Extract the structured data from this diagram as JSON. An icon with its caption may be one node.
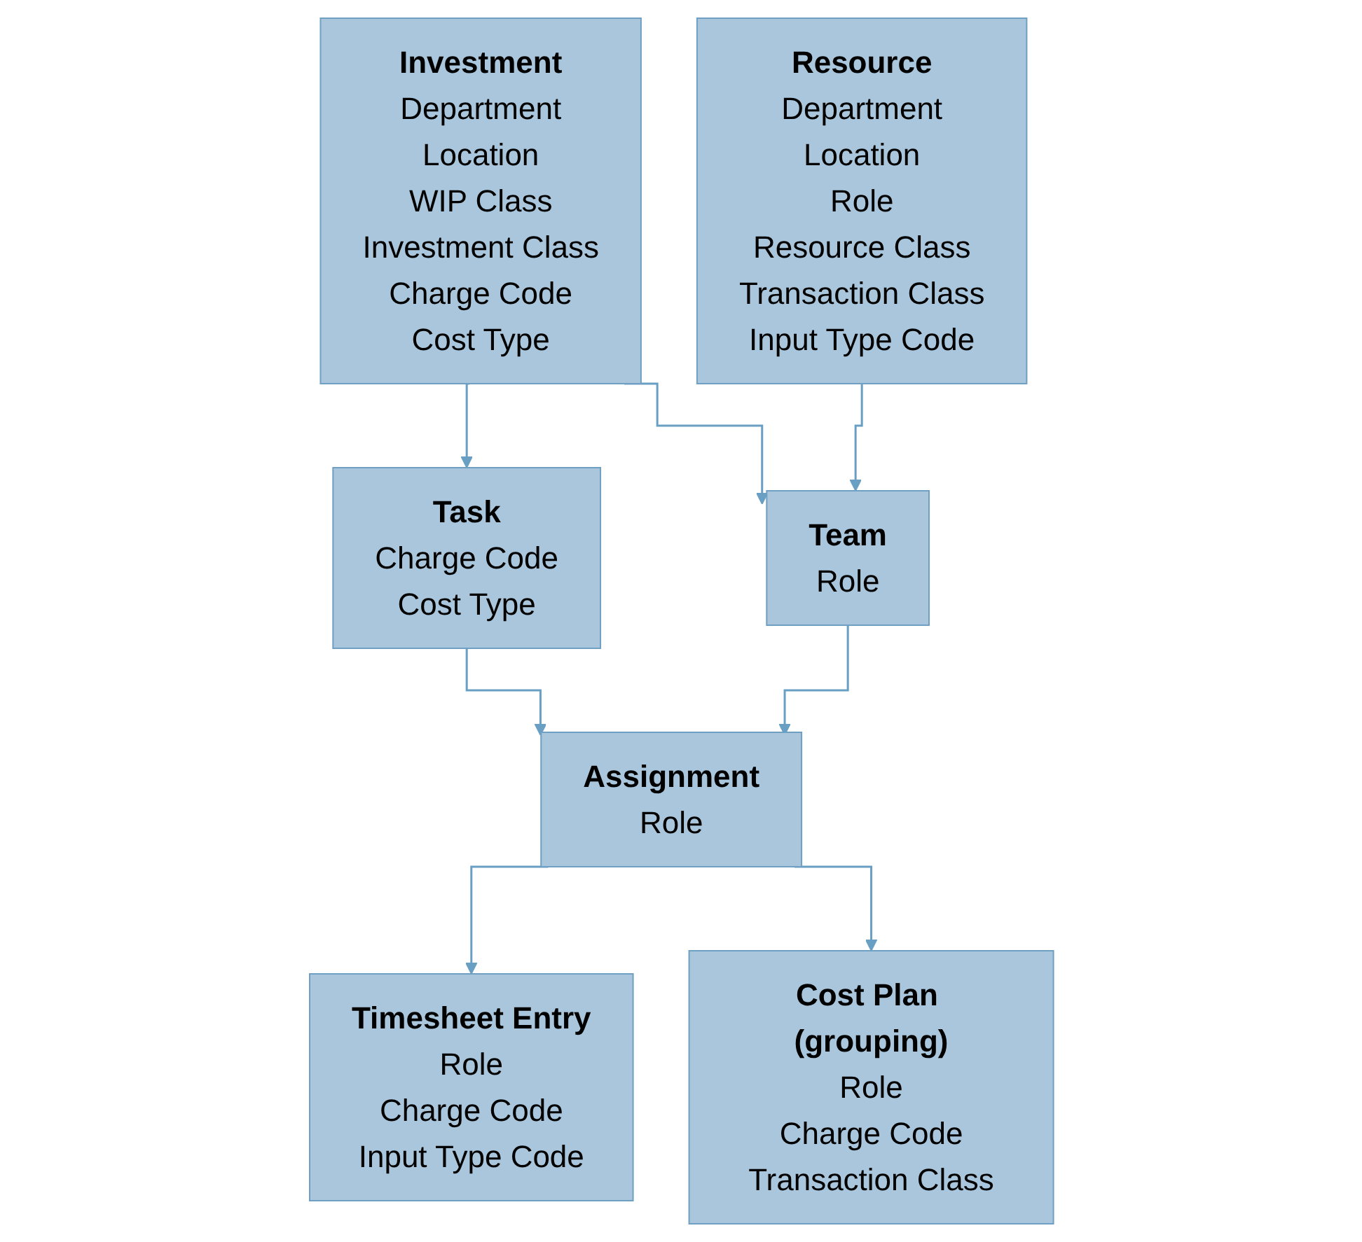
{
  "diagram": {
    "nodes": [
      {
        "text": [
          "Investment",
          "Department",
          "Location",
          "WIP Class",
          "Investment Class",
          "Charge Code",
          "Cost Type"
        ]
      },
      {
        "text": [
          "Resource",
          "Department",
          "Location",
          "Role",
          "Resource Class",
          "Transaction Class",
          "Input Type Code"
        ]
      },
      {
        "text": [
          "Task",
          "Charge Code",
          "Cost Type"
        ]
      },
      {
        "text": [
          "Team",
          "Role"
        ]
      },
      {
        "text": [
          "Assignment",
          "Role"
        ]
      },
      {
        "text": [
          "Timesheet Entry",
          "Role",
          "Charge Code",
          "Input Type Code"
        ]
      },
      {
        "text": [
          "Cost Plan (grouping)",
          "Role",
          "Charge Code",
          "Transaction Class"
        ]
      }
    ],
    "edges": [
      {
        "from": 0,
        "to": 2,
        "arrow": "to"
      },
      {
        "from": 0,
        "to": 3,
        "arrow": "to"
      },
      {
        "from": 1,
        "to": 3,
        "arrow": "to"
      },
      {
        "from": 2,
        "to": 4,
        "arrow": "to"
      },
      {
        "from": 3,
        "to": 4,
        "arrow": "to"
      },
      {
        "from": 4,
        "to": 5,
        "arrow": "to"
      },
      {
        "from": 4,
        "to": 6,
        "arrow": "to"
      }
    ]
  }
}
